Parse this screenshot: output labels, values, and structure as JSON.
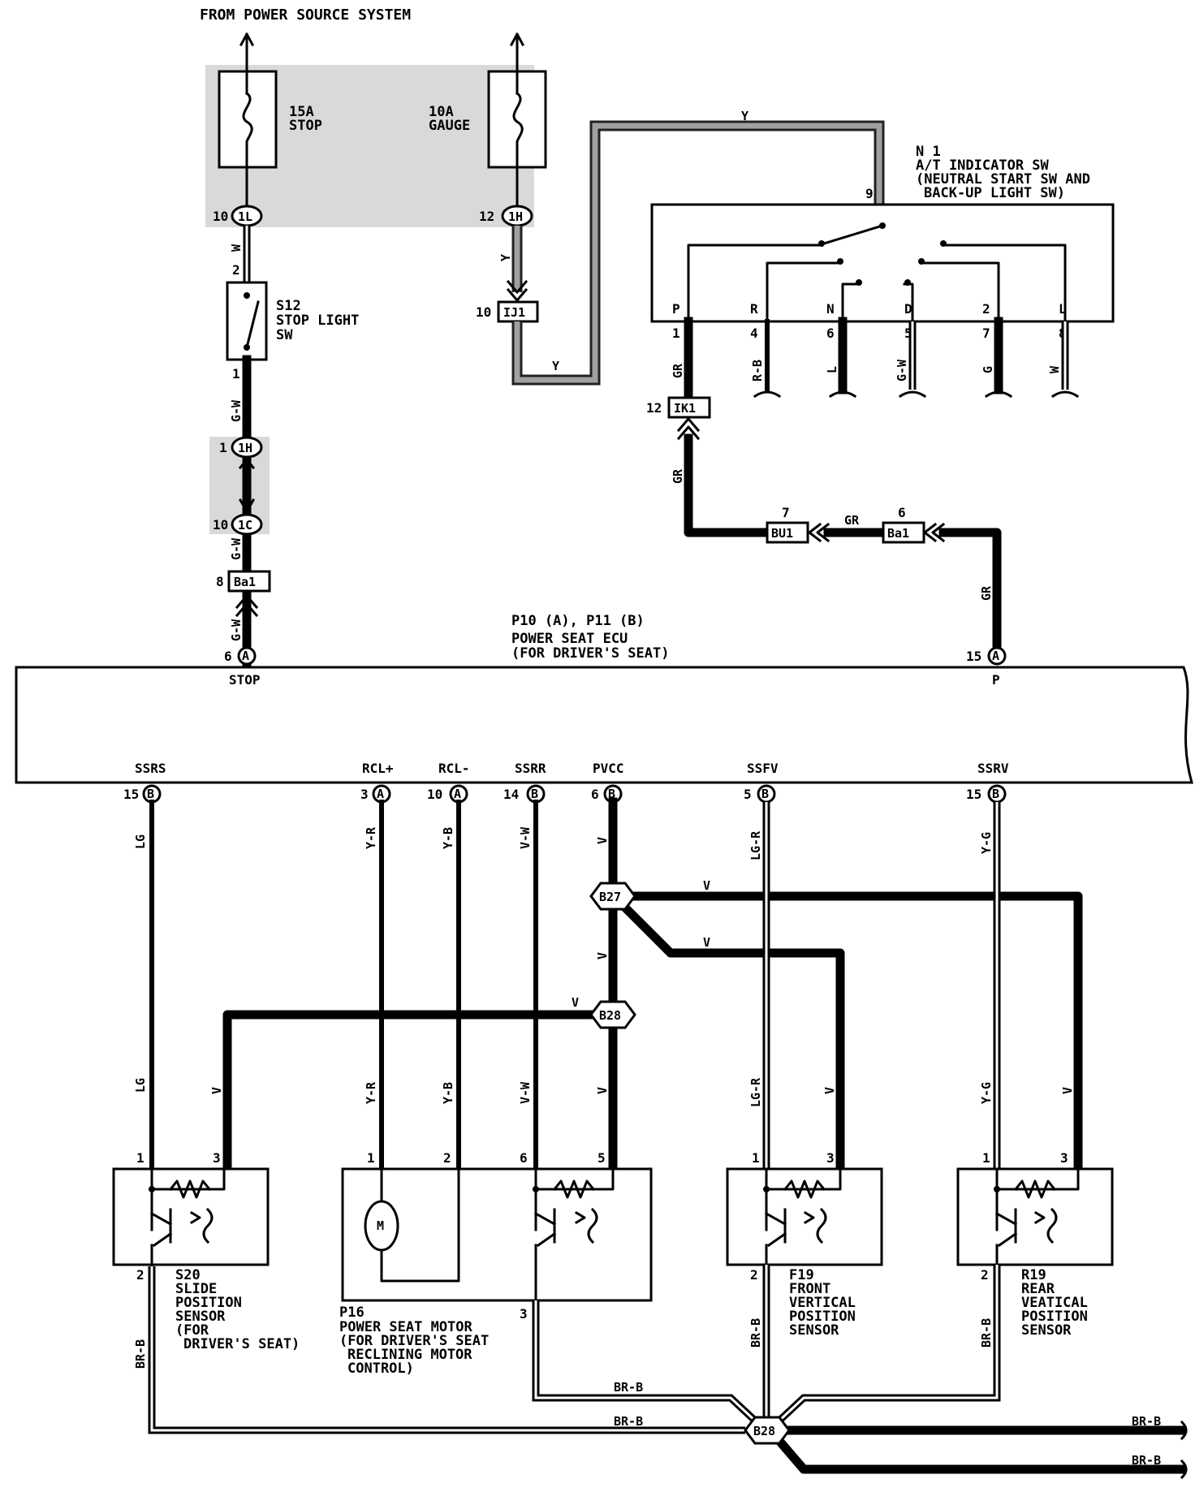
{
  "header": {
    "title": "FROM POWER SOURCE SYSTEM"
  },
  "fuses": [
    {
      "amps": "15A",
      "name": "STOP"
    },
    {
      "amps": "10A",
      "name": "GAUGE"
    }
  ],
  "connectors": {
    "c_1l_left": {
      "pin": "10",
      "id": "1L"
    },
    "c_1h_top": {
      "pin": "12",
      "id": "1H"
    },
    "c_ij1": {
      "pin": "10",
      "id": "IJ1"
    },
    "c_1h_mid": {
      "pin": "1",
      "id": "1H"
    },
    "c_1c": {
      "pin": "10",
      "id": "1C"
    },
    "c_ba1_left": {
      "pin": "8",
      "id": "Ba1"
    },
    "c_ik1": {
      "pin": "12",
      "id": "IK1"
    },
    "c_bu1": {
      "pin": "7",
      "id": "BU1"
    },
    "c_ba1_right": {
      "pin": "6",
      "id": "Ba1"
    }
  },
  "stop_switch": {
    "id": "S12",
    "line1": "STOP LIGHT",
    "line2": "SW",
    "pin_top": "2",
    "pin_bottom": "1"
  },
  "indicator_switch": {
    "id": "N 1",
    "line1": "A/T INDICATOR SW",
    "line2": "(NEUTRAL START SW AND",
    "line3": "BACK-UP LIGHT SW)",
    "input_pin": "9",
    "positions": [
      "P",
      "R",
      "N",
      "D",
      "2",
      "L"
    ],
    "pins": [
      "1",
      "4",
      "6",
      "5",
      "7",
      "8"
    ],
    "wires": [
      "GR",
      "R-B",
      "L",
      "G-W",
      "G",
      "W"
    ]
  },
  "ecu": {
    "title": "P10 (A), P11 (B)",
    "name": "POWER SEAT ECU",
    "sub": "(FOR DRIVER'S SEAT)",
    "conn_a": "A",
    "conn_b": "B",
    "top_terms": [
      {
        "name": "STOP",
        "pin": "6",
        "conn": "A"
      },
      {
        "name": "P",
        "pin": "15",
        "conn": "A"
      }
    ],
    "bottom_terms": [
      {
        "name": "SSRS",
        "pin": "15",
        "conn": "B",
        "wire": "LG"
      },
      {
        "name": "RCL+",
        "pin": "3",
        "conn": "A",
        "wire": "Y-R"
      },
      {
        "name": "RCL-",
        "pin": "10",
        "conn": "A",
        "wire": "Y-B"
      },
      {
        "name": "SSRR",
        "pin": "14",
        "conn": "B",
        "wire": "V-W"
      },
      {
        "name": "PVCC",
        "pin": "6",
        "conn": "B",
        "wire": "V"
      },
      {
        "name": "SSFV",
        "pin": "5",
        "conn": "B",
        "wire": "LG-R"
      },
      {
        "name": "SSRV",
        "pin": "15",
        "conn": "B",
        "wire": "Y-G"
      }
    ]
  },
  "wire_labels": {
    "w": "W",
    "y": "Y",
    "gw": "G-W",
    "gr": "GR",
    "v": "V",
    "lg": "LG",
    "yr": "Y-R",
    "yb": "Y-B",
    "vw": "V-W",
    "lgr": "LG-R",
    "yg": "Y-G",
    "brb": "BR-B"
  },
  "junctions": {
    "b27": "B27",
    "b28": "B28",
    "b28g": "B28"
  },
  "components": {
    "s20": {
      "id": "S20",
      "l1": "SLIDE",
      "l2": "POSITION",
      "l3": "SENSOR",
      "l4": "(FOR",
      "l5": "DRIVER'S SEAT)",
      "p1": "1",
      "p2": "2",
      "p3": "3"
    },
    "p16": {
      "id": "P16",
      "l1": "POWER SEAT MOTOR",
      "l2": "(FOR DRIVER'S SEAT",
      "l3": "RECLINING MOTOR",
      "l4": "CONTROL)",
      "p1": "1",
      "p2": "2",
      "p3": "3",
      "p5": "5",
      "p6": "6",
      "motor": "M"
    },
    "f19": {
      "id": "F19",
      "l1": "FRONT",
      "l2": "VERTICAL",
      "l3": "POSITION",
      "l4": "SENSOR",
      "p1": "1",
      "p2": "2",
      "p3": "3"
    },
    "r19": {
      "id": "R19",
      "l1": "REAR",
      "l2": "VEATICAL",
      "l3": "POSITION",
      "l4": "SENSOR",
      "p1": "1",
      "p2": "2",
      "p3": "3"
    }
  },
  "colors": {
    "wire": "#000000",
    "stipple": "#cfcfcf",
    "background": "#ffffff"
  },
  "icons": [
    "fuse-icon",
    "switch-icon",
    "motor-icon",
    "transistor-icon",
    "resistor-icon",
    "splice-icon",
    "connector-icon"
  ]
}
